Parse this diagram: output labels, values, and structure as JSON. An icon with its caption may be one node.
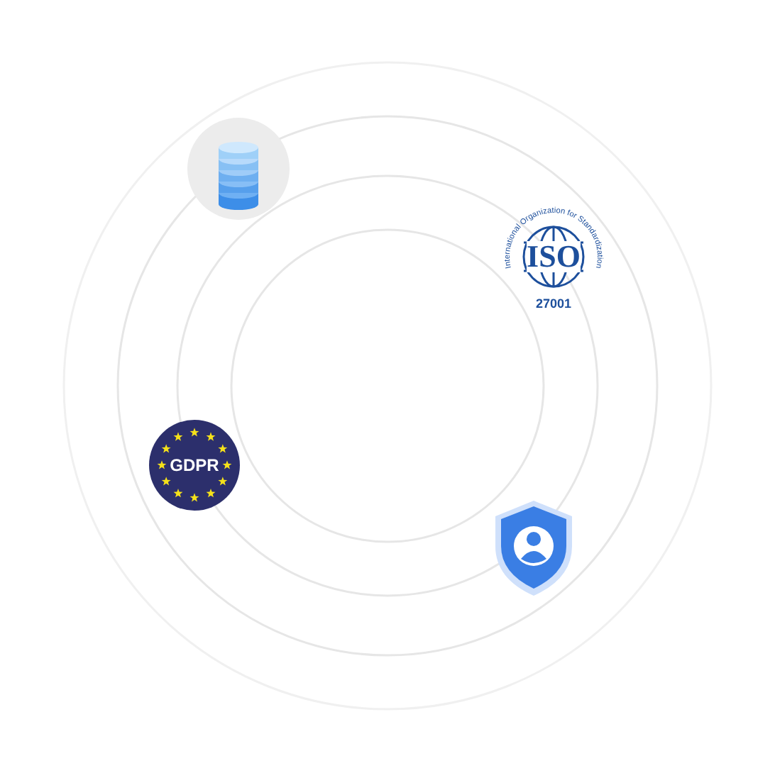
{
  "diagram": {
    "nodes": [
      {
        "text": [
          "GDPR"
        ]
      }
    ],
    "labels": [
      "International Organization for Standardization",
      "ISO",
      "27001"
    ]
  }
}
